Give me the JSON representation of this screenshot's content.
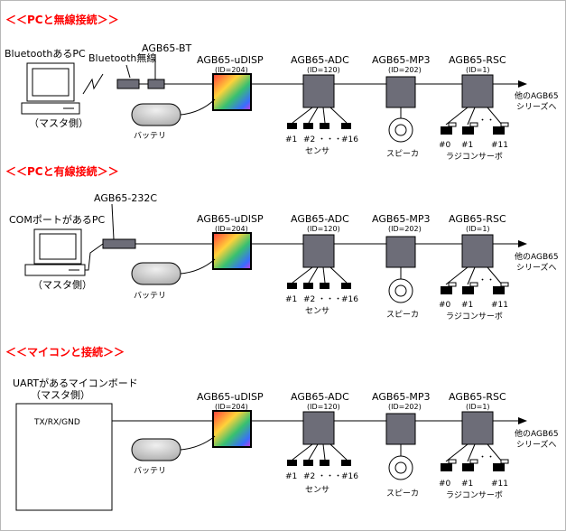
{
  "colors": {
    "heading": "#ff0000",
    "module": "#6d6d78",
    "line": "#000000"
  },
  "common": {
    "udisp": "AGB65-uDISP",
    "udisp_id": "(ID=204)",
    "adc": "AGB65-ADC",
    "adc_id": "(ID=120)",
    "mp3": "AGB65-MP3",
    "mp3_id": "(ID=202)",
    "rsc": "AGB65-RSC",
    "rsc_id": "(ID=1)",
    "other1": "他のAGB65",
    "other2": "シリーズへ",
    "battery": "バッテリ",
    "s1": "#1",
    "s2": "#2",
    "dots": "・・・",
    "s16": "#16",
    "sensor": "センサ",
    "speaker": "スピーカ",
    "r0": "#0",
    "r1": "#1",
    "rdots": "・・",
    "r11": "#11",
    "servo": "ラジコンサーボ"
  },
  "sections": [
    {
      "heading": "＜＜PCと無線接続＞＞",
      "host": "BluetoothあるPC",
      "master": "（マスタ側）",
      "adapter": "AGB65-BT",
      "wireless": "Bluetooth無線"
    },
    {
      "heading": "＜＜PCと有線接続＞＞",
      "host": "COMポートがあるPC",
      "master": "（マスタ側）",
      "adapter": "AGB65-232C"
    },
    {
      "heading": "＜＜マイコンと接続＞＞",
      "host": "UARTがあるマイコンボード",
      "master": "（マスタ側）",
      "pins": "TX/RX/GND"
    }
  ]
}
